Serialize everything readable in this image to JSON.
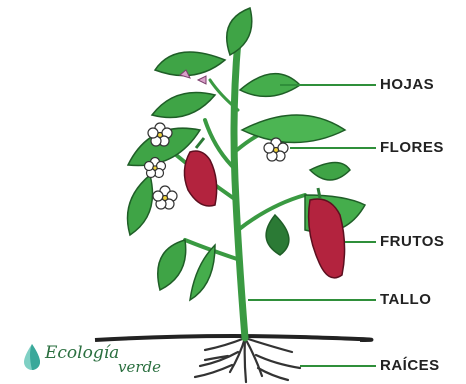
{
  "diagram": {
    "labels": {
      "leaves": "HOJAS",
      "flowers": "FLORES",
      "fruits": "FRUTOS",
      "stem": "TALLO",
      "roots": "RAÍCES"
    },
    "logo": {
      "line1": "Ecología",
      "line2": "verde"
    },
    "colors": {
      "leader": "#2f8f3a",
      "leaf": "#3fa446",
      "leaf_dark": "#2b7a35",
      "stem": "#3a9a42",
      "fruit": "#b3233e",
      "flower": "#ffffff",
      "roots": "#333333",
      "ground": "#222222",
      "logo": "#2a6f3f"
    },
    "icons": [
      "leaf-icon",
      "flower-icon",
      "pepper-icon",
      "root-icon",
      "drop-logo-icon"
    ]
  }
}
